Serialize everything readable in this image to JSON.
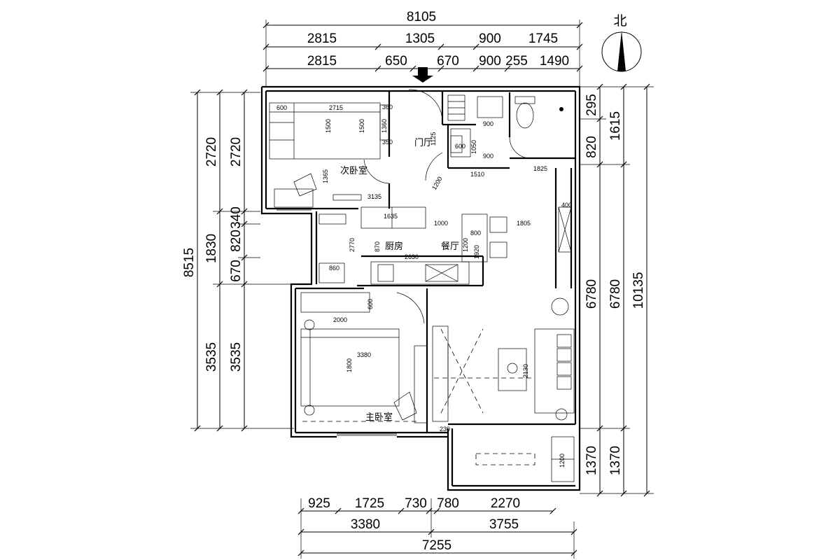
{
  "north_label": "北",
  "top_dims": {
    "total": "8105",
    "row2": [
      "2815",
      "1305",
      "900",
      "1745"
    ],
    "row3": [
      "2815",
      "650",
      "670",
      "900",
      "255",
      "1490"
    ]
  },
  "bottom_dims": {
    "row1": [
      "925",
      "1725",
      "730",
      "780",
      "2270"
    ],
    "row2": [
      "3380",
      "3755"
    ],
    "total": "7255"
  },
  "left_dims": {
    "total": "8515",
    "col2": [
      "2720",
      "1830",
      "3535"
    ],
    "col3": [
      "2720",
      "340",
      "820",
      "670",
      "3535"
    ]
  },
  "right_dims": {
    "col1": [
      "295",
      "820",
      "6780",
      "1370"
    ],
    "col2": [
      "1615",
      "6780",
      "1370"
    ],
    "total": "10135"
  },
  "rooms": {
    "secondary_bedroom": "次卧室",
    "entrance": "门厅",
    "kitchen": "厨房",
    "dining": "餐厅",
    "master_bedroom": "主卧室"
  },
  "inner_dims": [
    "600",
    "2715",
    "1500",
    "1500",
    "360",
    "1360",
    "350",
    "1125",
    "1365",
    "1200",
    "900",
    "600",
    "1050",
    "900",
    "1510",
    "1825",
    "3135",
    "1635",
    "1000",
    "1805",
    "400",
    "800",
    "1200",
    "1920",
    "2770",
    "870",
    "2630",
    "860",
    "600",
    "2000",
    "3380",
    "1800",
    "2130",
    "230",
    "1200"
  ]
}
